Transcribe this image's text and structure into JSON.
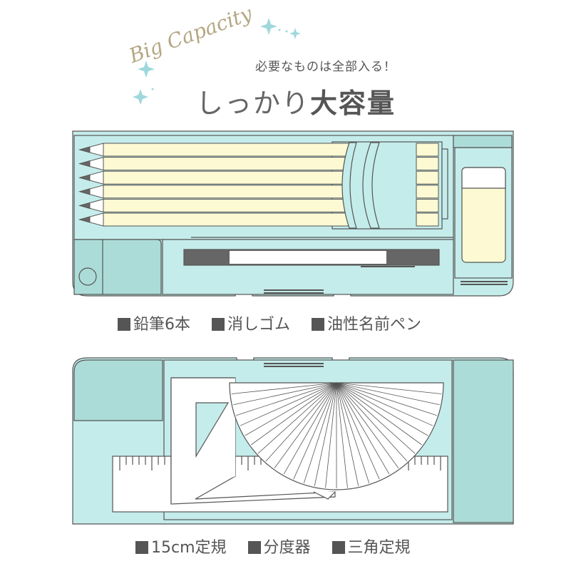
{
  "header": {
    "script_title": "Big Capacity",
    "subtitle": "必要なものは全部入る！",
    "title_light": "しっかり",
    "title_bold": "大容量"
  },
  "top_case": {
    "items": [
      "鉛筆6本",
      "消しゴム",
      "油性名前ペン"
    ]
  },
  "bottom_case": {
    "items": [
      "15cm定規",
      "分度器",
      "三角定規"
    ]
  },
  "colors": {
    "case_light": "#c4ecea",
    "case_dark": "#acdcd8",
    "pencil": "#fdf9d3",
    "outline": "#555555",
    "accent_gold": "#b4a682",
    "sparkle": "#9fd8dc"
  }
}
